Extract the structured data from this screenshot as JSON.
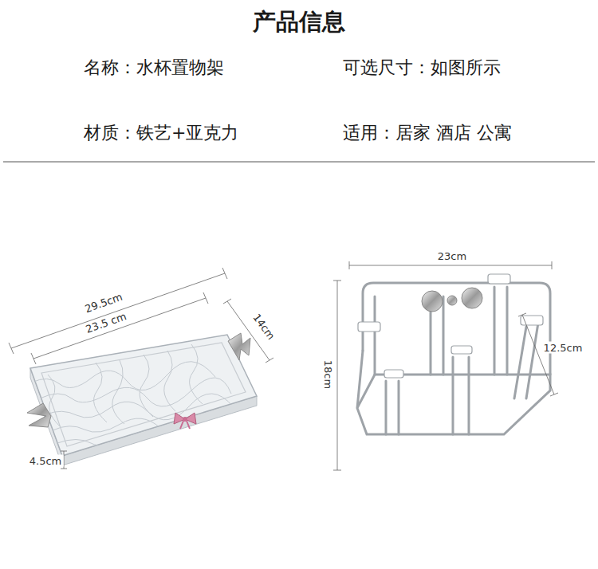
{
  "diagram": {
    "title": "产品信息",
    "labels": [
      "名称：水杯置物架",
      "可选尺寸：如图所示",
      "材质：铁艺+亚克力",
      "适用：居家 酒店 公寓",
      "29.5cm",
      "23.5 cm",
      "14cm",
      "4.5cm",
      "23cm",
      "12.5cm",
      "18cm"
    ]
  }
}
